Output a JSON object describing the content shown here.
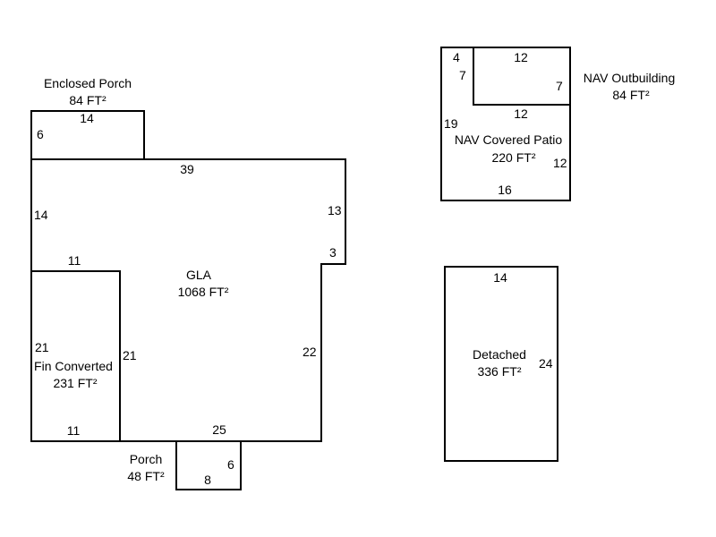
{
  "areas": {
    "enclosed_porch": {
      "name": "Enclosed Porch",
      "area": "84 FT²",
      "dims": [
        "14",
        "6"
      ]
    },
    "gla": {
      "name": "GLA",
      "area": "1068 FT²",
      "dims": [
        "39",
        "14",
        "13",
        "3",
        "22",
        "25",
        "11"
      ]
    },
    "fin_converted": {
      "name": "Fin Converted",
      "area": "231 FT²",
      "dims": [
        "21",
        "21",
        "11"
      ]
    },
    "porch": {
      "name": "Porch",
      "area": "48 FT²",
      "dims": [
        "6",
        "8"
      ]
    },
    "nav_outbuilding": {
      "name": "NAV Outbuilding",
      "area": "84 FT²",
      "dims": [
        "12",
        "7",
        "7",
        "4"
      ]
    },
    "nav_covered_patio": {
      "name": "NAV Covered Patio",
      "area": "220 FT²",
      "dims": [
        "12",
        "19",
        "12",
        "16"
      ]
    },
    "detached": {
      "name": "Detached",
      "area": "336 FT²",
      "dims": [
        "14",
        "24"
      ]
    }
  }
}
